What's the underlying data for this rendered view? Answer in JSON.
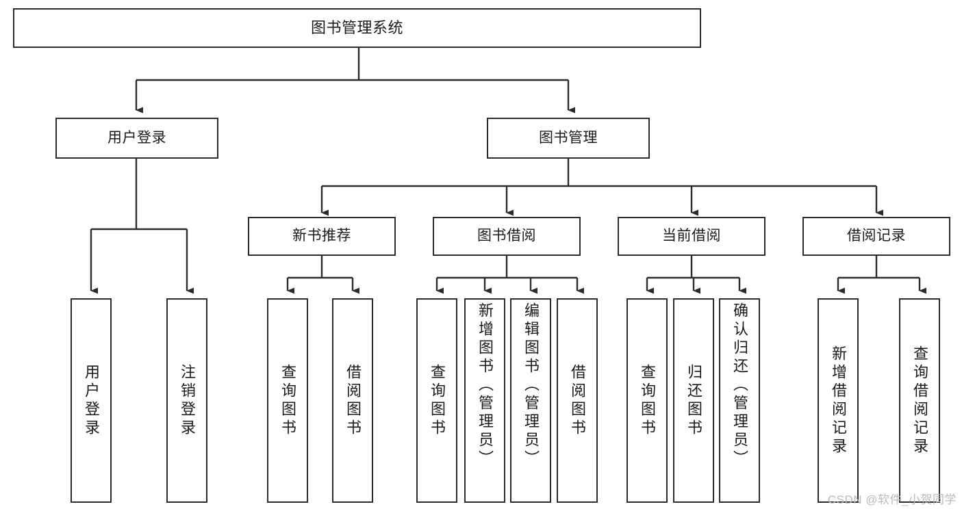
{
  "diagram": {
    "title": "图书管理系统",
    "type": "tree-hierarchy",
    "root": {
      "label": "图书管理系统"
    },
    "level2": [
      {
        "label": "用户登录"
      },
      {
        "label": "图书管理"
      }
    ],
    "level3": [
      {
        "label": "新书推荐"
      },
      {
        "label": "图书借阅"
      },
      {
        "label": "当前借阅"
      },
      {
        "label": "借阅记录"
      }
    ],
    "leaves": {
      "user_login": [
        {
          "label": "用户登录"
        },
        {
          "label": "注销登录"
        }
      ],
      "new_book_recommend": [
        {
          "label": "查询图书"
        },
        {
          "label": "借阅图书"
        }
      ],
      "book_borrow": [
        {
          "label": "查询图书"
        },
        {
          "label": "新增图书（管理员）"
        },
        {
          "label": "编辑图书（管理员）"
        },
        {
          "label": "借阅图书"
        }
      ],
      "current_borrow": [
        {
          "label": "查询图书"
        },
        {
          "label": "归还图书"
        },
        {
          "label": "确认归还（管理员）"
        }
      ],
      "borrow_record": [
        {
          "label": "新增借阅记录"
        },
        {
          "label": "查询借阅记录"
        }
      ]
    }
  },
  "watermark": {
    "text": "CSDN @软件_小贺同学"
  },
  "colors": {
    "box_border": "#2b2b2b",
    "box_fill": "#ffffff",
    "connector": "#2b2b2b",
    "text": "#1a1a1a",
    "watermark": "#b9b9b9",
    "background": "#ffffff"
  }
}
